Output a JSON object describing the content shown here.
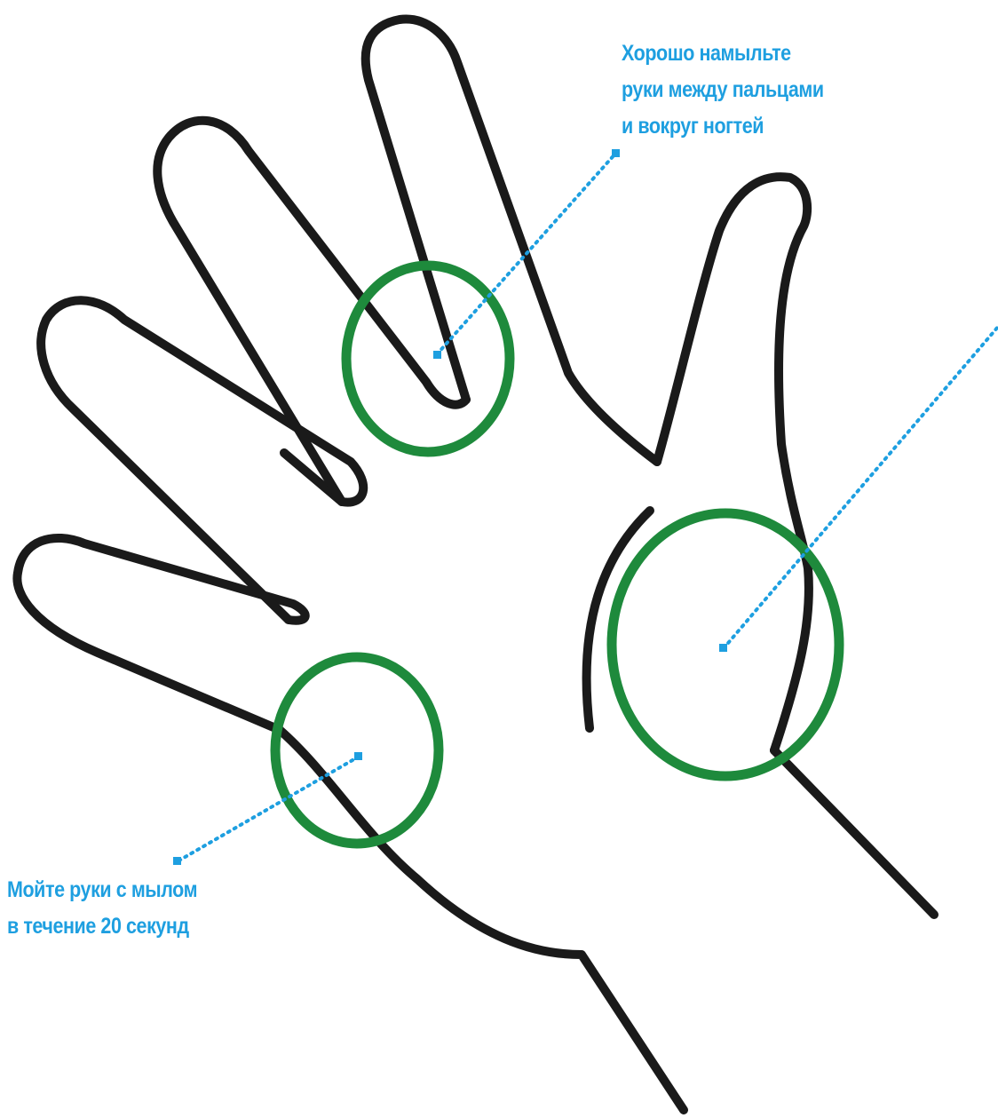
{
  "colors": {
    "outline": "#1a1a1a",
    "circle": "#1e8a3c",
    "accent": "#1e9fe0",
    "background": "#ffffff"
  },
  "callouts": [
    {
      "id": "between-fingers",
      "lines": [
        "Хорошо намыльте",
        "руки между пальцами",
        "и вокруг ногтей"
      ]
    },
    {
      "id": "wash-20",
      "lines": [
        "Мойте руки с мылом",
        "в течение 20 секунд"
      ]
    }
  ]
}
